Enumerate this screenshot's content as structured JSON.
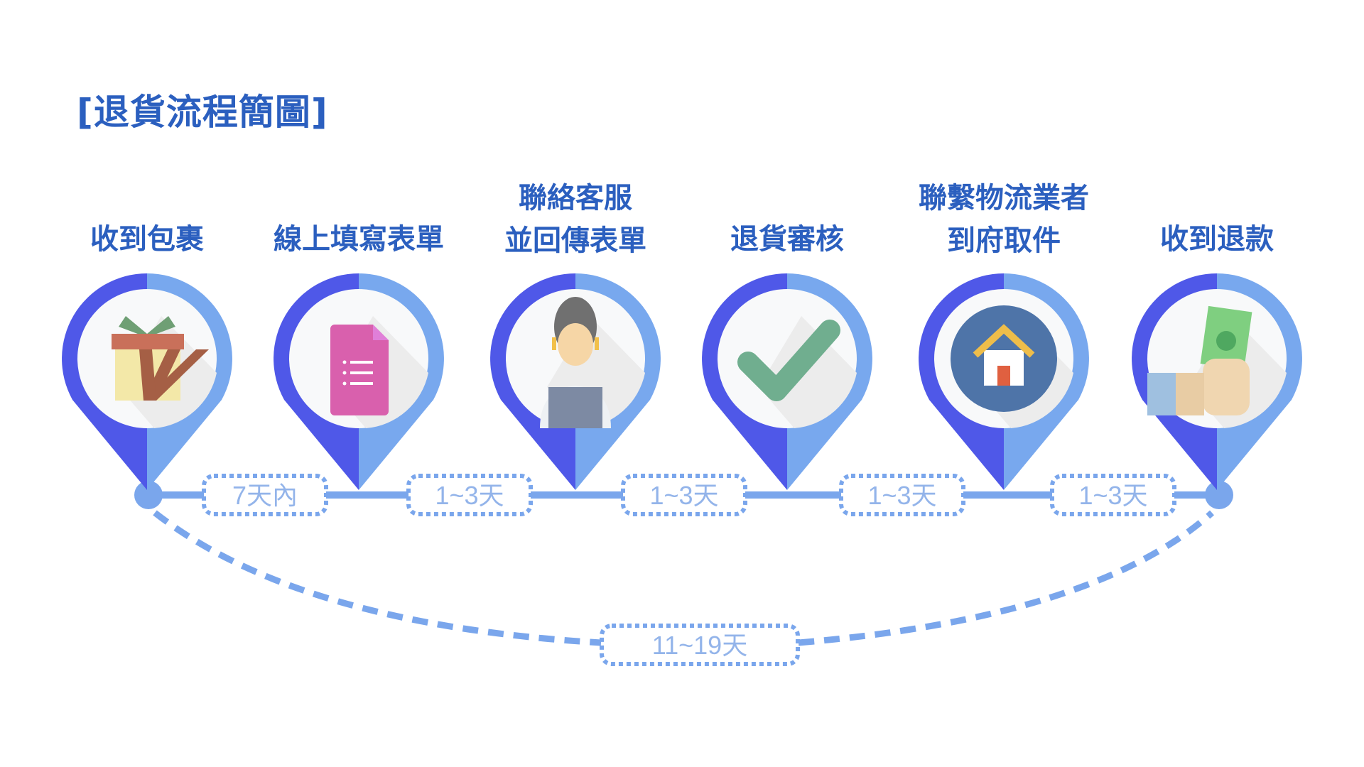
{
  "title": "[退貨流程簡圖]",
  "colors": {
    "pin_dark": "#4f58e8",
    "pin_light": "#78a8ee",
    "line": "#7aa6ec",
    "text": "#2b5fbf",
    "duration_text": "#93b4ea"
  },
  "steps": [
    {
      "lines": [
        "收到包裹"
      ],
      "icon": "gift-icon"
    },
    {
      "lines": [
        "線上填寫表單"
      ],
      "icon": "form-document-icon"
    },
    {
      "lines": [
        "聯絡客服",
        "並回傳表單"
      ],
      "icon": "customer-service-agent-icon"
    },
    {
      "lines": [
        "退貨審核"
      ],
      "icon": "checkmark-icon"
    },
    {
      "lines": [
        "聯繫物流業者",
        "到府取件"
      ],
      "icon": "house-icon"
    },
    {
      "lines": [
        "收到退款"
      ],
      "icon": "money-in-hand-icon"
    }
  ],
  "durations": [
    "7天內",
    "1~3天",
    "1~3天",
    "1~3天",
    "1~3天"
  ],
  "total_duration": "11~19天"
}
